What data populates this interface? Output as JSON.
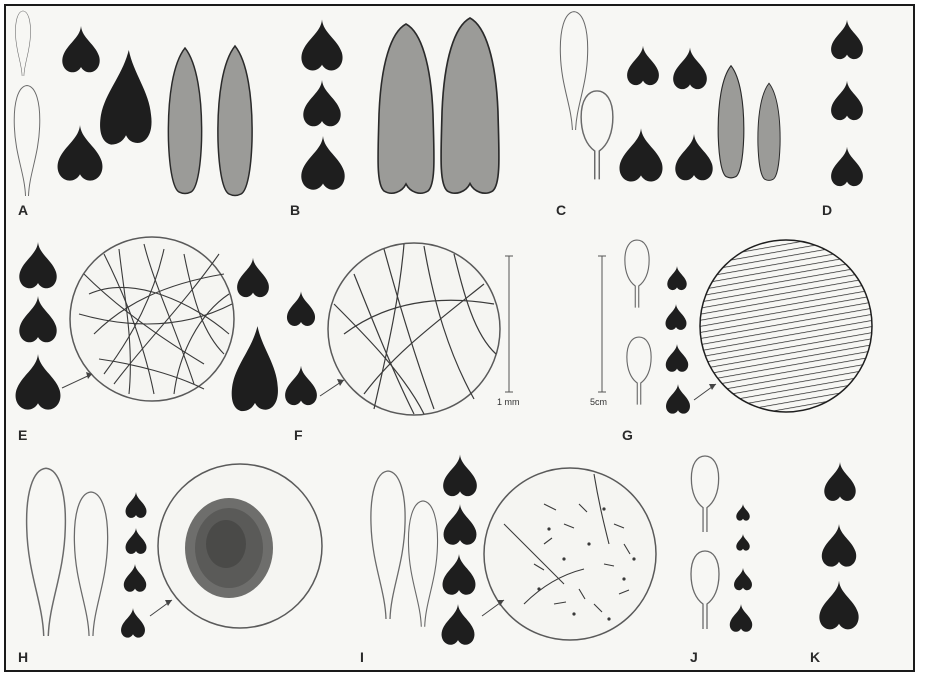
{
  "figure": {
    "panel_labels": [
      "A",
      "B",
      "C",
      "D",
      "E",
      "F",
      "G",
      "H",
      "I",
      "J",
      "K"
    ],
    "scale_bars": {
      "left": "1 mm",
      "right": "5cm"
    }
  },
  "colors": {
    "background": "#f7f7f4",
    "border": "#1a1a1a",
    "ink": "#1e1e1e",
    "grey_fill": "#9b9b98",
    "outline": "#6a6a6a"
  },
  "icons": {
    "solid_shape": "black-drop-shape-icon",
    "outline_shape": "spatulate-outline-icon",
    "micrograph": "circular-micrograph-icon"
  }
}
